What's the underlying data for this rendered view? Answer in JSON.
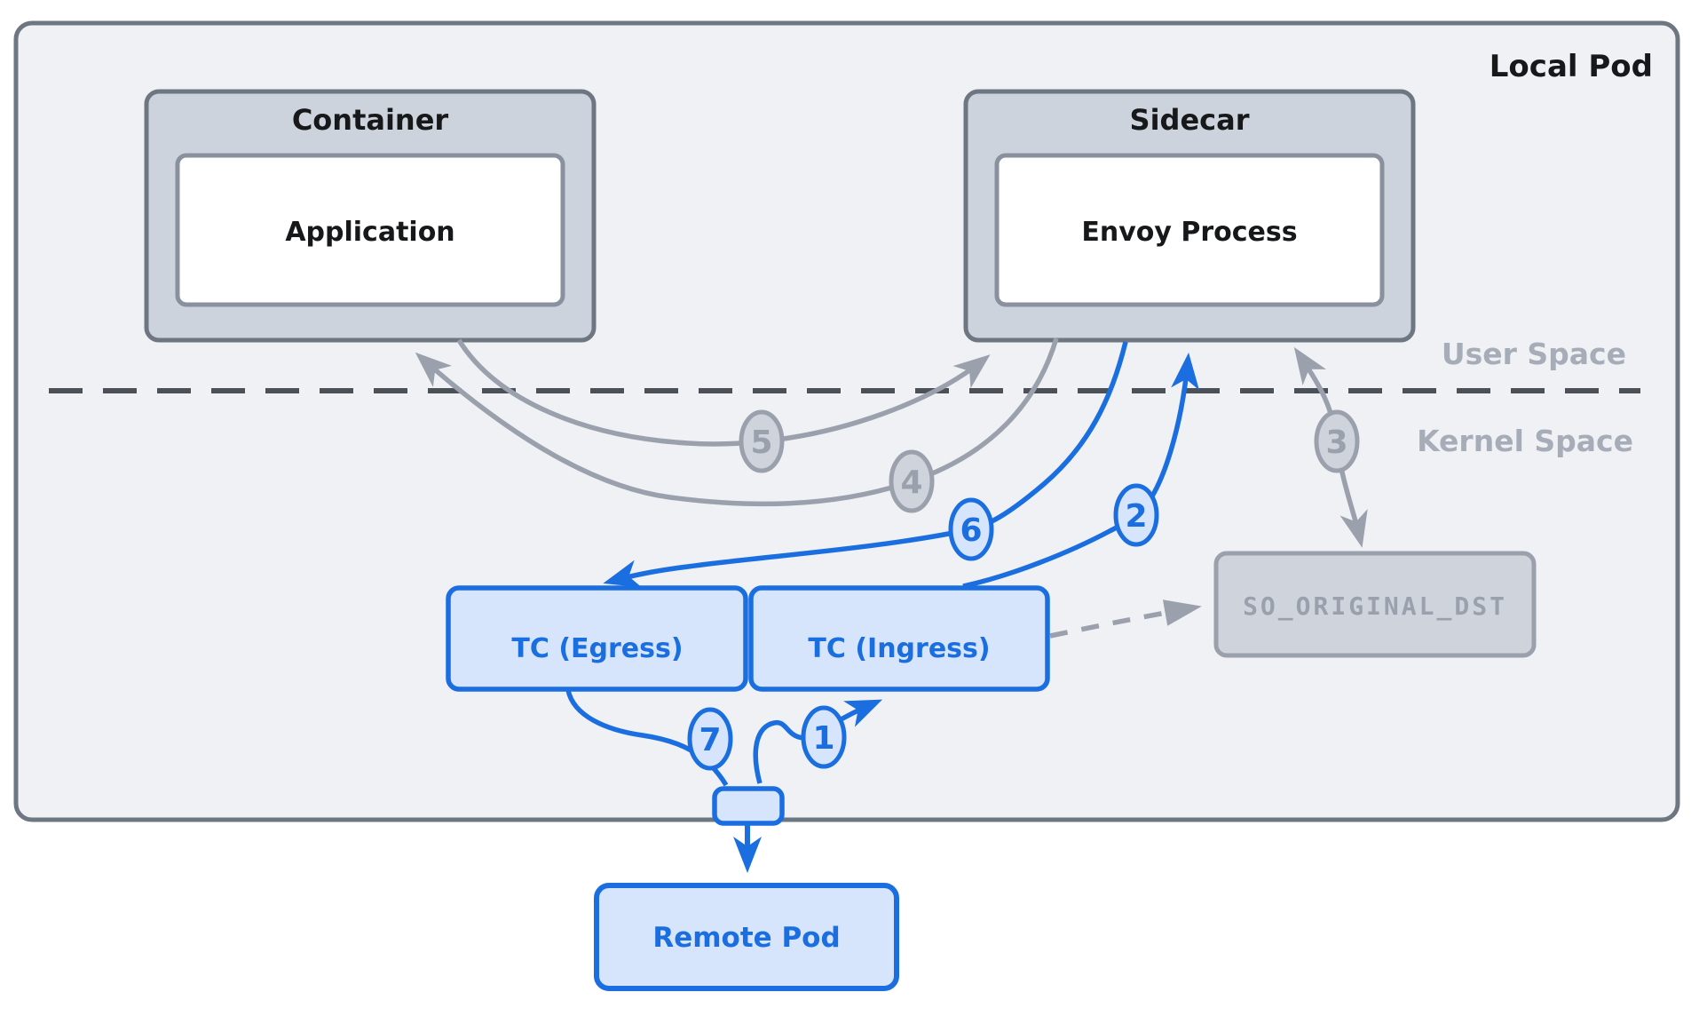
{
  "title": "Local Pod",
  "spaces": {
    "user": "User Space",
    "kernel": "Kernel Space"
  },
  "nodes": {
    "container": "Container",
    "application": "Application",
    "sidecar": "Sidecar",
    "envoy": "Envoy Process",
    "tc_egress": "TC (Egress)",
    "tc_ingress": "TC (Ingress)",
    "so_original_dst": "SO_ORIGINAL_DST",
    "remote_pod": "Remote Pod"
  },
  "steps": {
    "1": "1",
    "2": "2",
    "3": "3",
    "4": "4",
    "5": "5",
    "6": "6",
    "7": "7"
  },
  "colors": {
    "accent_blue": "#1a6ee0",
    "light_blue_fill": "#d6e5fc",
    "gray_stroke": "#9aa1ad",
    "gray_fill": "#ced3dc",
    "box_gray_fill": "#cdd3dc",
    "box_gray_border": "#6e7682",
    "pod_fill": "#eff1f4",
    "divider": "#4c5157",
    "label_gray": "#a7adb8",
    "text_black": "#17181a",
    "white": "#ffffff"
  }
}
